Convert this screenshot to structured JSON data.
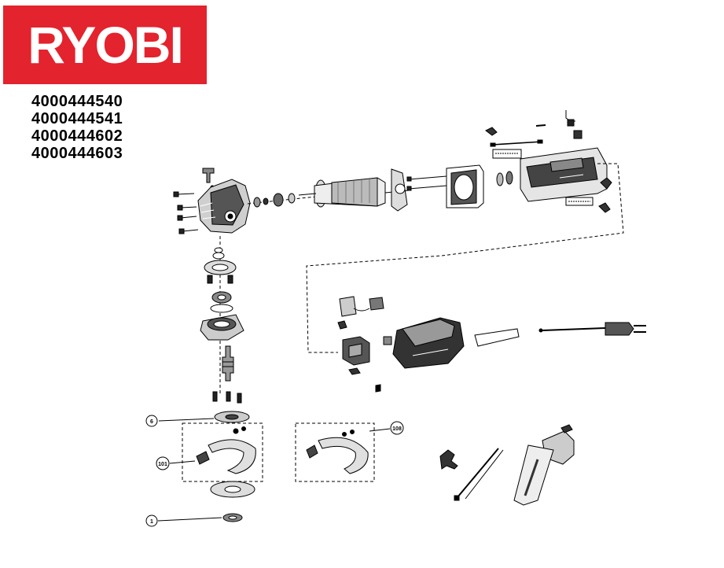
{
  "brand": {
    "logo_text": "RYOBI",
    "logo_color": "#e3232d"
  },
  "models": [
    "4000444540",
    "4000444541",
    "4000444602",
    "4000444603"
  ],
  "callouts": [
    {
      "id": "6",
      "label": "6"
    },
    {
      "id": "101",
      "label": "101"
    },
    {
      "id": "108",
      "label": "108"
    },
    {
      "id": "1",
      "label": "1"
    }
  ]
}
